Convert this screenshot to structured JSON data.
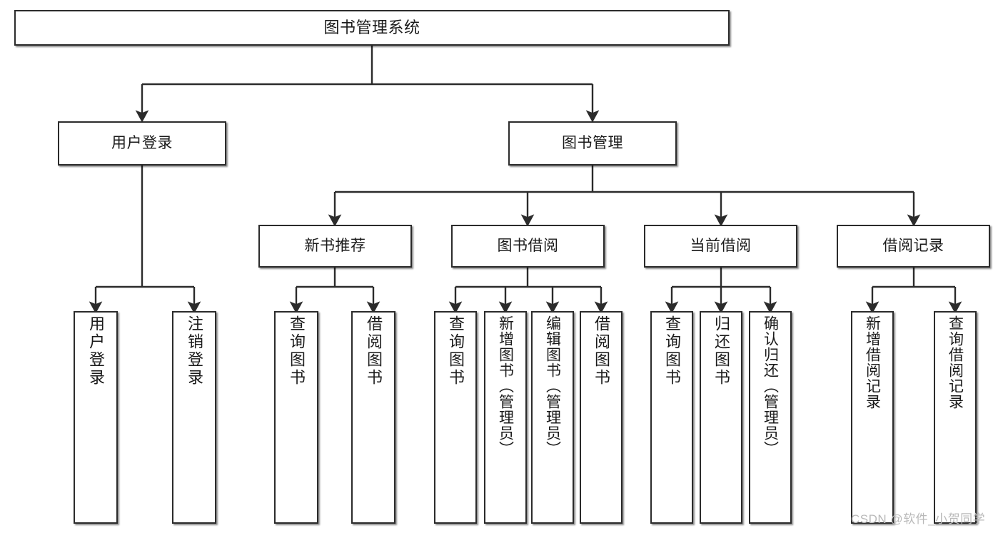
{
  "diagram": {
    "title": "图书管理系统",
    "type": "tree-hierarchy",
    "root": {
      "id": "root",
      "label": "图书管理系统"
    },
    "level2": [
      {
        "id": "user-login",
        "label": "用户登录"
      },
      {
        "id": "book-manage",
        "label": "图书管理"
      }
    ],
    "level3": [
      {
        "id": "new-book-recommend",
        "label": "新书推荐",
        "parent": "book-manage"
      },
      {
        "id": "book-borrow",
        "label": "图书借阅",
        "parent": "book-manage"
      },
      {
        "id": "current-borrow",
        "label": "当前借阅",
        "parent": "book-manage"
      },
      {
        "id": "borrow-record",
        "label": "借阅记录",
        "parent": "book-manage"
      }
    ],
    "leaves": {
      "user_login": [
        {
          "id": "leaf-user-login",
          "label": "用户登录"
        },
        {
          "id": "leaf-user-logout",
          "label": "注销登录"
        }
      ],
      "new_book_recommend": [
        {
          "id": "leaf-query-book-1",
          "label": "查询图书"
        },
        {
          "id": "leaf-borrow-book-1",
          "label": "借阅图书"
        }
      ],
      "book_borrow": [
        {
          "id": "leaf-query-book-2",
          "label": "查询图书"
        },
        {
          "id": "leaf-add-book",
          "label": "新增图书（管理员）"
        },
        {
          "id": "leaf-edit-book",
          "label": "编辑图书（管理员）"
        },
        {
          "id": "leaf-borrow-book-2",
          "label": "借阅图书"
        }
      ],
      "current_borrow": [
        {
          "id": "leaf-query-book-3",
          "label": "查询图书"
        },
        {
          "id": "leaf-return-book",
          "label": "归还图书"
        },
        {
          "id": "leaf-confirm-return",
          "label": "确认归还（管理员）"
        }
      ],
      "borrow_record": [
        {
          "id": "leaf-add-record",
          "label": "新增借阅记录"
        },
        {
          "id": "leaf-query-record",
          "label": "查询借阅记录"
        }
      ]
    }
  },
  "watermark": {
    "text": "CSDN @软件_小贺同学"
  },
  "colors": {
    "stroke": "#2b2b2b",
    "fill": "#ffffff",
    "text": "#1a1a1a",
    "watermark": "#b9b9b9"
  }
}
